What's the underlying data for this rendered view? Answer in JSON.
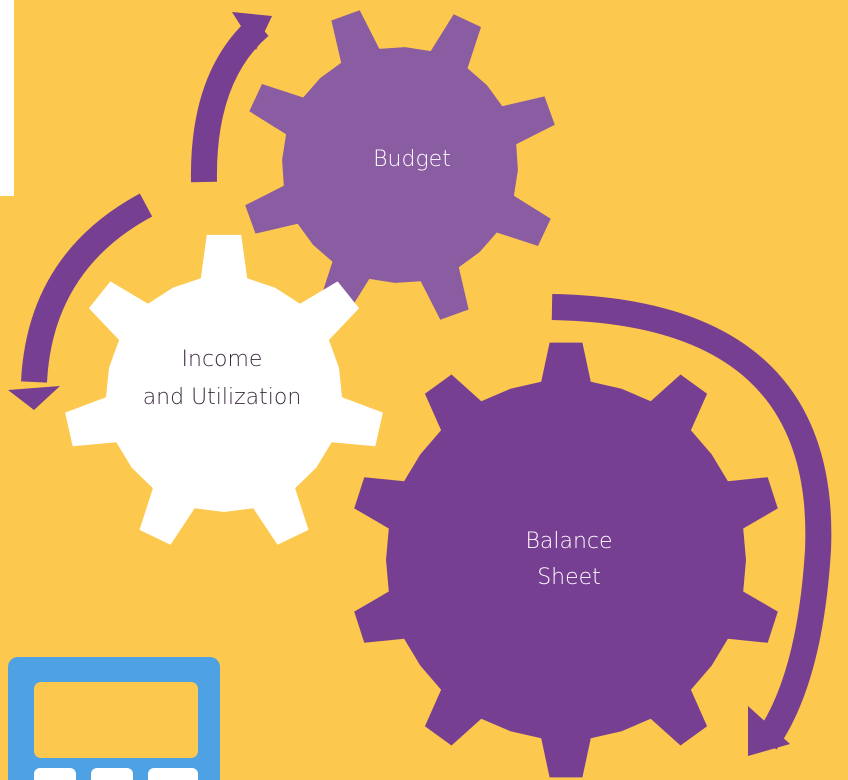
{
  "colors": {
    "background": "#fcc84e",
    "panel": "#ffffff",
    "arrow": "#773f91",
    "gear_budget": "#8a5ca1",
    "gear_income": "#ffffff",
    "gear_balance": "#773f91",
    "label_light": "#ffffff",
    "label_dark": "#3a2a3e",
    "calculator_body": "#4ea2e4",
    "calculator_screen": "#fcc84e",
    "calculator_keys": "#ffffff"
  },
  "gears": {
    "budget": {
      "label_lines": [
        "Budget"
      ]
    },
    "income": {
      "label_lines": [
        "Income",
        "and Utilization"
      ]
    },
    "balance": {
      "label_lines": [
        "Balance",
        "Sheet"
      ]
    }
  },
  "icons": {
    "cycle_arrows": "circular-arrows-icon",
    "calculator": "calculator-icon"
  }
}
